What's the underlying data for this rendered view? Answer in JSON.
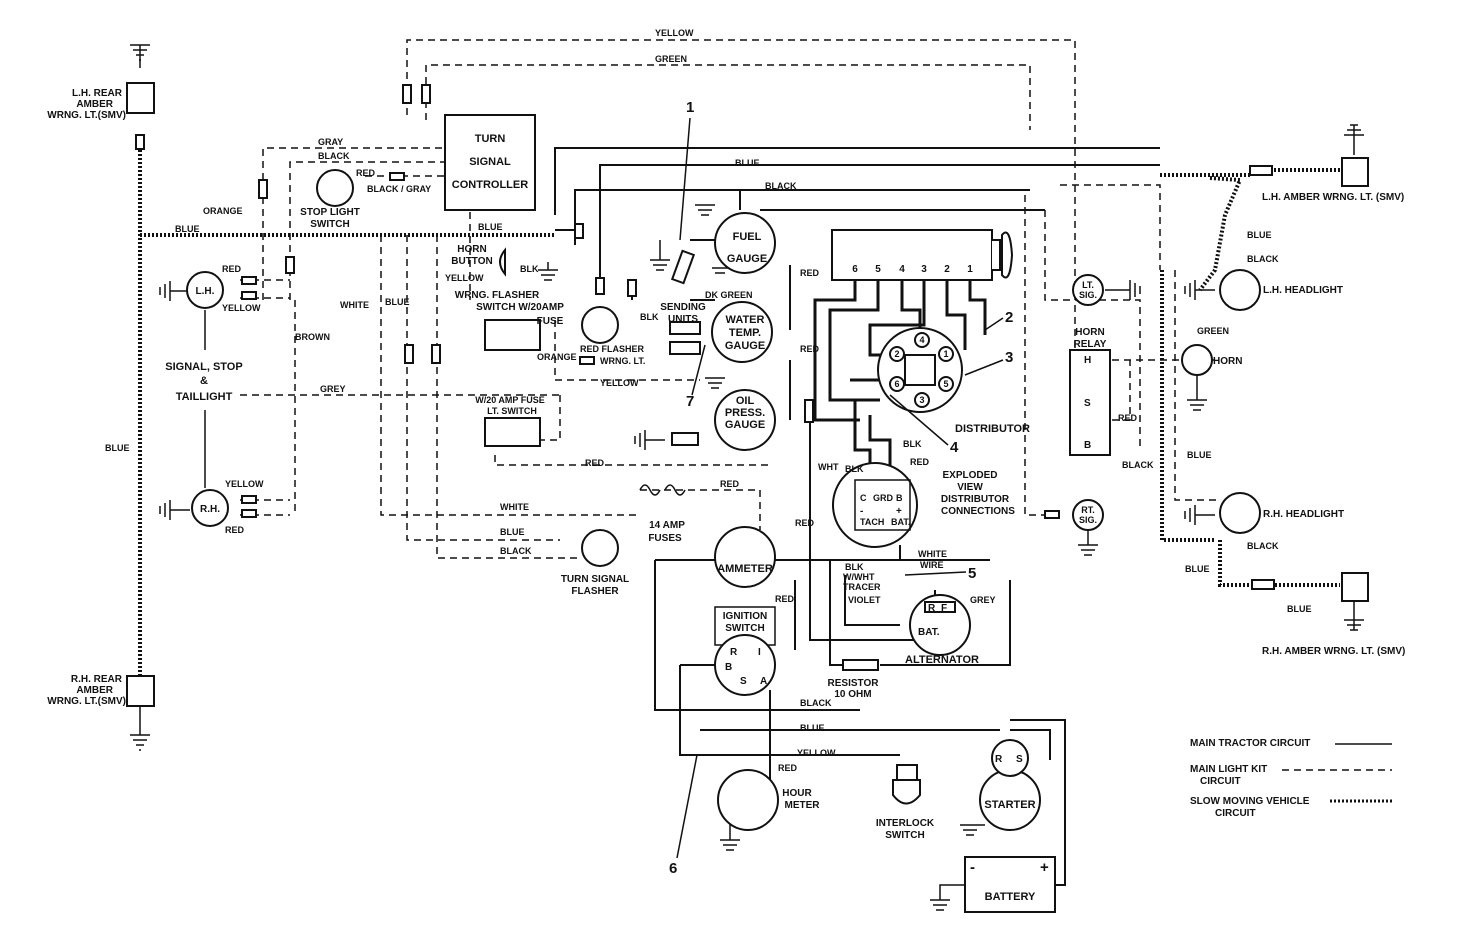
{
  "wire_colors": {
    "yellow": "YELLOW",
    "green": "GREEN",
    "gray": "GRAY",
    "black": "BLACK",
    "red": "RED",
    "black_gray": "BLACK / GRAY",
    "orange": "ORANGE",
    "blue": "BLUE",
    "white": "WHITE",
    "brown": "BROWN",
    "grey": "GREY",
    "blk": "BLK",
    "dk_green": "DK GREEN",
    "red_flasher": "RED FLASHER",
    "wrng_lt": "WRNG. LT.",
    "wht": "WHT",
    "blk_wht_tracer_1": "BLK",
    "blk_wht_tracer_2": "W/WHT",
    "blk_wht_tracer_3": "TRACER",
    "violet": "VIOLET",
    "white_wire_1": "WHITE",
    "white_wire_2": "WIRE"
  },
  "components": {
    "lh_rear_amber": [
      "L.H. REAR",
      "AMBER",
      "WRNG. LT.(SMV)"
    ],
    "rh_rear_amber": [
      "R.H. REAR",
      "AMBER",
      "WRNG. LT.(SMV)"
    ],
    "turn_signal_controller": [
      "TURN",
      "SIGNAL",
      "CONTROLLER"
    ],
    "stop_light_switch": [
      "STOP LIGHT",
      "SWITCH"
    ],
    "horn_button": [
      "HORN",
      "BUTTON"
    ],
    "wrng_flasher_switch": [
      "WRNG. FLASHER",
      "SWITCH W/20AMP",
      "FUSE"
    ],
    "lt_switch": [
      "W/20 AMP FUSE",
      "LT. SWITCH"
    ],
    "signal_stop_taillight": [
      "SIGNAL, STOP",
      "&",
      "TAILLIGHT"
    ],
    "lh_lamp": "L.H.",
    "rh_lamp": "R.H.",
    "fuel_gauge": [
      "FUEL",
      "GAUGE"
    ],
    "water_temp_gauge": [
      "WATER",
      "TEMP.",
      "GAUGE"
    ],
    "oil_press_gauge": [
      "OIL",
      "PRESS.",
      "GAUGE"
    ],
    "sending_units": [
      "SENDING",
      "UNITS"
    ],
    "fuses_14amp": [
      "14 AMP",
      "FUSES"
    ],
    "turn_signal_flasher": [
      "TURN SIGNAL",
      "FLASHER"
    ],
    "ammeter": "AMMETER",
    "ignition_switch": [
      "IGNITION",
      "SWITCH"
    ],
    "ignition_terminals": [
      "R",
      "I",
      "B",
      "S",
      "A"
    ],
    "hour_meter": [
      "HOUR",
      "METER"
    ],
    "interlock_switch": [
      "INTERLOCK",
      "SWITCH"
    ],
    "starter": "STARTER",
    "starter_terminals": [
      "R",
      "S"
    ],
    "battery": "BATTERY",
    "battery_terminals": [
      "-",
      "+"
    ],
    "alternator": "ALTERNATOR",
    "alternator_terminals": [
      "R",
      "F",
      "BAT."
    ],
    "resistor": [
      "RESISTOR",
      "10 OHM"
    ],
    "distributor": "DISTRIBUTOR",
    "distributor_terminals": [
      "4",
      "2",
      "1",
      "6",
      "5",
      "3"
    ],
    "cylinder_numbers": [
      "6",
      "5",
      "4",
      "3",
      "2",
      "1"
    ],
    "exploded_view": [
      "EXPLODED",
      "VIEW",
      "DISTRIBUTOR",
      "CONNECTIONS"
    ],
    "tach_terminals": [
      "C",
      "GRD",
      "B",
      "-",
      "+",
      "TACH",
      "BAT."
    ],
    "lh_amber_wrng_lt": "L.H. AMBER WRNG. LT. (SMV)",
    "rh_amber_wrng_lt": "R.H. AMBER WRNG. LT. (SMV)",
    "lh_headlight": "L.H. HEADLIGHT",
    "rh_headlight": "R.H. HEADLIGHT",
    "horn": "HORN",
    "horn_relay": [
      "HORN",
      "RELAY"
    ],
    "horn_relay_terminals": [
      "H",
      "S",
      "B"
    ],
    "lt_sig": [
      "LT.",
      "SIG."
    ],
    "rt_sig": [
      "RT.",
      "SIG."
    ]
  },
  "callouts": [
    "1",
    "2",
    "3",
    "4",
    "5",
    "6",
    "7"
  ],
  "legend": {
    "main_tractor": "MAIN TRACTOR CIRCUIT",
    "main_light_kit_1": "MAIN LIGHT KIT",
    "main_light_kit_2": "CIRCUIT",
    "smv_1": "SLOW MOVING VEHICLE",
    "smv_2": "CIRCUIT"
  }
}
